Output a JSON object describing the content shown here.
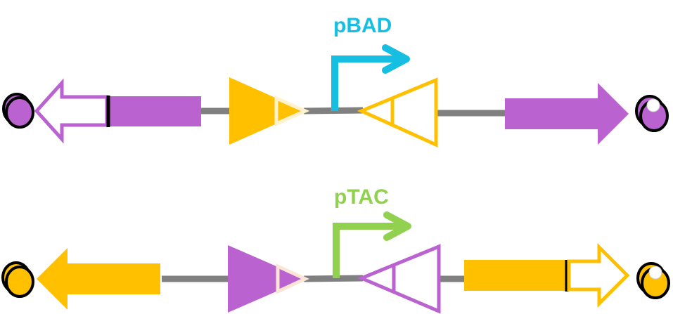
{
  "colors": {
    "purple": "#BA62CF",
    "yellow": "#FFC000",
    "blue": "#16BFE1",
    "green": "#92D050",
    "backbone": "#808080",
    "outline": "#000000",
    "purple_light": "#F5D9FA",
    "yellow_light": "#FFF2CC",
    "orange_light": "#FCE4D6"
  },
  "constructs": [
    {
      "promoter": {
        "label": "pBAD",
        "color": "#16BFE1"
      },
      "left_arrow_style": "outline",
      "left_color": "#BA62CF",
      "inducer_color": "#FFC000",
      "right_arrow_style": "filled",
      "right_color": "#BA62CF"
    },
    {
      "promoter": {
        "label": "pTAC",
        "color": "#92D050"
      },
      "left_arrow_style": "filled",
      "left_color": "#FFC000",
      "inducer_color": "#BA62CF",
      "right_arrow_style": "outline",
      "right_color": "#FFC000"
    }
  ]
}
